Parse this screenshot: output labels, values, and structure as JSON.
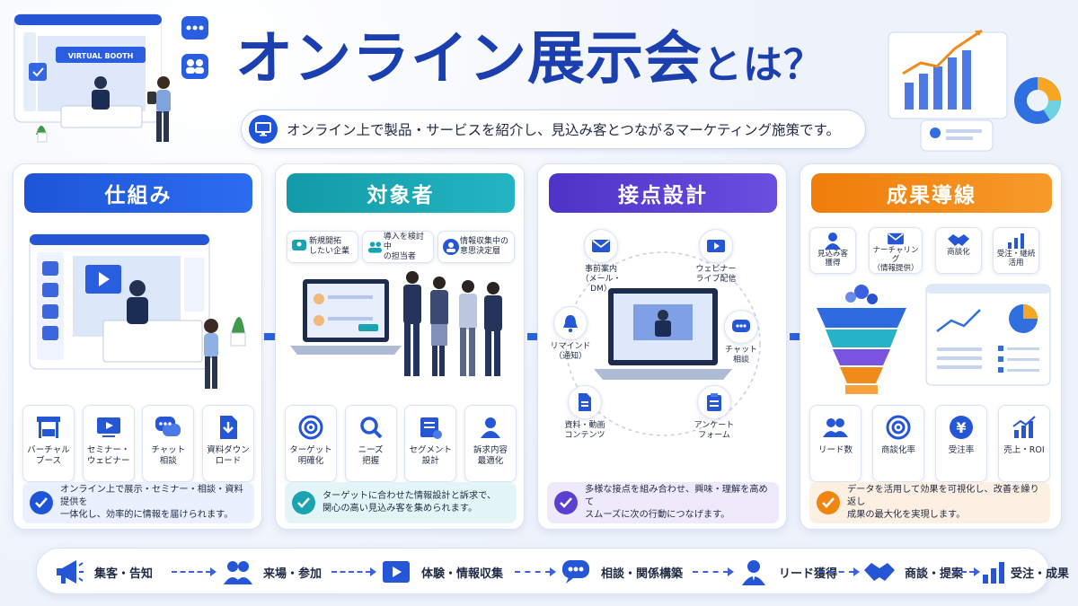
{
  "title": {
    "main": "オンライン展示会",
    "suffix": "とは？"
  },
  "subtitle": "オンライン上で製品・サービスを紹介し、見込み客とつながるマーケティング施策です。",
  "booth_sign": "VIRTUAL BOOTH",
  "colors": {
    "blue": "#1e55d8",
    "teal": "#1aa3b0",
    "purple": "#5b3fd0",
    "orange": "#f0850f"
  },
  "columns": [
    {
      "title": "仕組み",
      "features": [
        {
          "label": "バーチャル\nブース",
          "icon": "booth-icon"
        },
        {
          "label": "セミナー・\nウェビナー",
          "icon": "play-screen-icon"
        },
        {
          "label": "チャット\n相談",
          "icon": "chat-icon"
        },
        {
          "label": "資料ダウン\nロード",
          "icon": "download-doc-icon"
        }
      ],
      "note": "オンライン上で展示・セミナー・相談・資料提供を\n一体化し、効率的に情報を届けられます。"
    },
    {
      "title": "対象者",
      "tags": [
        {
          "label": "新規開拓\nしたい企業",
          "icon": "chat-person-icon"
        },
        {
          "label": "導入を検討中\nの担当者",
          "icon": "people-icon"
        },
        {
          "label": "情報収集中の\n意思決定層",
          "icon": "person-icon"
        }
      ],
      "features": [
        {
          "label": "ターゲット\n明確化",
          "icon": "target-icon"
        },
        {
          "label": "ニーズ\n把握",
          "icon": "search-icon"
        },
        {
          "label": "セグメント\n設計",
          "icon": "segment-icon"
        },
        {
          "label": "訴求内容\n最適化",
          "icon": "user-icon"
        }
      ],
      "note": "ターゲットに合わせた情報設計と訴求で、\n関心の高い見込み客を集められます。"
    },
    {
      "title": "接点設計",
      "points": [
        {
          "label": "事前案内\n（メール・DM）",
          "icon": "mail-icon"
        },
        {
          "label": "ウェビナー\nライブ配信",
          "icon": "play-icon"
        },
        {
          "label": "チャット\n相談",
          "icon": "chat-icon"
        },
        {
          "label": "アンケート\nフォーム",
          "icon": "clipboard-icon"
        },
        {
          "label": "資料・動画\nコンテンツ",
          "icon": "document-icon"
        },
        {
          "label": "リマインド\n（通知）",
          "icon": "bell-icon"
        }
      ],
      "note": "多様な接点を組み合わせ、興味・理解を高めて\nスムーズに次の行動につなげます。"
    },
    {
      "title": "成果導線",
      "steps": [
        {
          "label": "見込み客\n獲得",
          "icon": "person-icon"
        },
        {
          "label": "ナーチャリング\n（情報提供）",
          "icon": "mail-icon"
        },
        {
          "label": "商談化",
          "icon": "handshake-icon"
        },
        {
          "label": "受注・継続\n活用",
          "icon": "bar-chart-icon"
        }
      ],
      "features": [
        {
          "label": "リード数",
          "icon": "people-icon"
        },
        {
          "label": "商談化率",
          "icon": "target-icon"
        },
        {
          "label": "受注率",
          "icon": "yen-icon"
        },
        {
          "label": "売上・ROI",
          "icon": "growth-chart-icon"
        }
      ],
      "note": "データを活用して効果を可視化し、改善を繰り返し\n成果の最大化を実現します。"
    }
  ],
  "flow": [
    {
      "label": "集客・告知",
      "icon": "megaphone-icon"
    },
    {
      "label": "来場・参加",
      "icon": "people-icon"
    },
    {
      "label": "体験・情報収集",
      "icon": "play-icon"
    },
    {
      "label": "相談・関係構築",
      "icon": "chat-icon"
    },
    {
      "label": "リード獲得",
      "icon": "person-icon"
    },
    {
      "label": "商談・提案",
      "icon": "handshake-icon"
    },
    {
      "label": "受注・成果",
      "icon": "bar-chart-icon"
    }
  ]
}
